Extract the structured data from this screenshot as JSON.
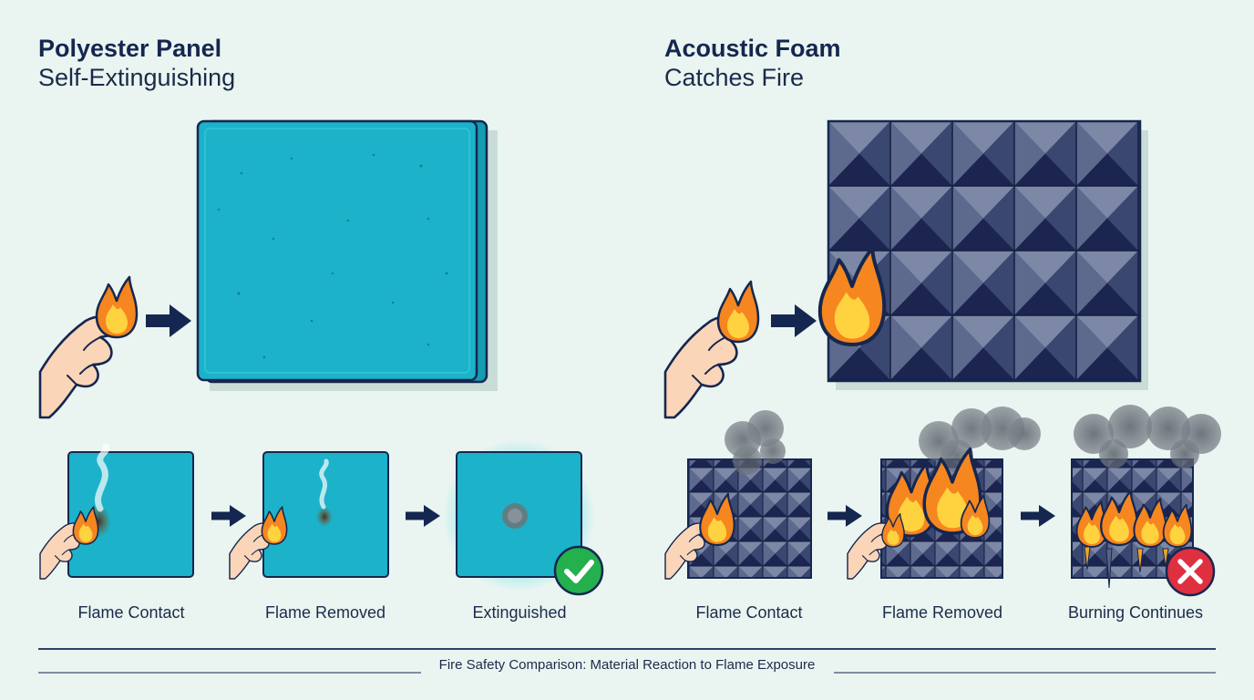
{
  "panels": [
    {
      "title": "Polyester Panel",
      "subtitle": "Self-Extinguishing",
      "steps": [
        "Flame Contact",
        "Flame Removed",
        "Extinguished"
      ],
      "result_icon": "check-icon"
    },
    {
      "title": "Acoustic Foam",
      "subtitle": "Catches Fire",
      "steps": [
        "Flame Contact",
        "Flame Removed",
        "Burning Continues"
      ],
      "result_icon": "cross-icon"
    }
  ],
  "footer": "Fire Safety Comparison: Material Reaction to Flame Exposure",
  "colors": {
    "background": "#eaf5f1",
    "polyester_panel": "#1cb2c9",
    "foam_panel": "#233360",
    "flame": "#f6861f",
    "success": "#23b04d",
    "danger": "#df3040",
    "ink": "#152750"
  }
}
